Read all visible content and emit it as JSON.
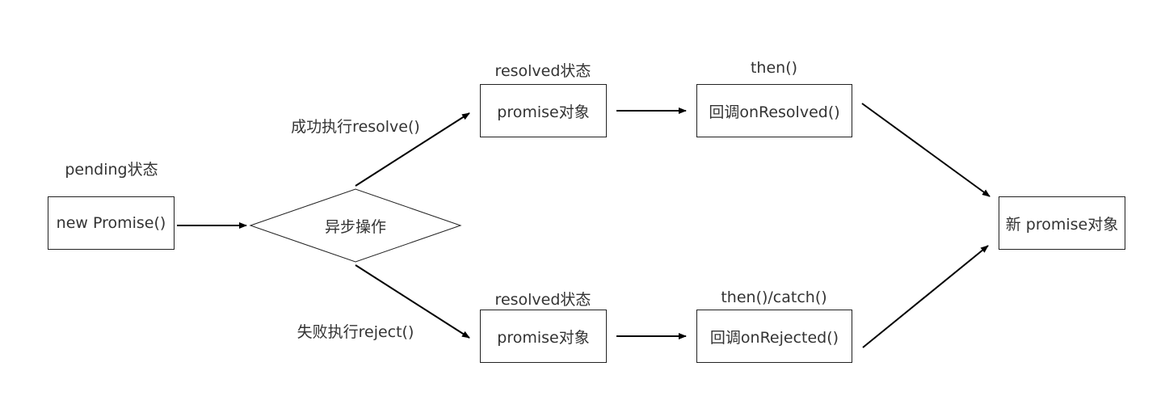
{
  "nodes": {
    "new_promise": "new Promise()",
    "async_op": "异步操作",
    "promise_top": "promise对象",
    "promise_bottom": "promise对象",
    "on_resolved": "回调onResolved()",
    "on_rejected": "回调onRejected()",
    "new_promise_object": "新 promise对象"
  },
  "labels": {
    "pending_state": "pending状态",
    "resolve_edge": "成功执行resolve()",
    "reject_edge": "失败执行reject()",
    "resolved_state_top": "resolved状态",
    "resolved_state_bottom": "resolved状态",
    "then_top": "then()",
    "then_catch_bottom": "then()/catch()"
  },
  "colors": {
    "stroke": "#000000",
    "text": "#333333",
    "background": "#ffffff"
  }
}
